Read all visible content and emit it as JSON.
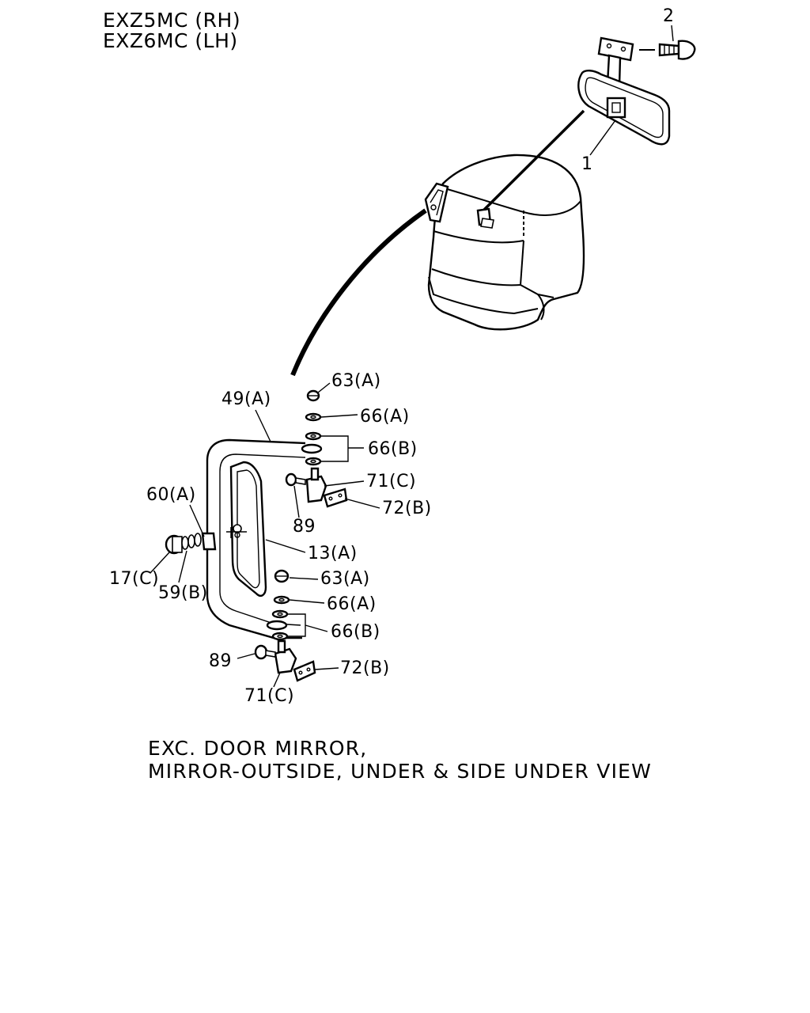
{
  "header": {
    "model_rh": "EXZ5MC (RH)",
    "model_lh": "EXZ6MC (LH)"
  },
  "callouts": {
    "p2": "2",
    "p1": "1",
    "p63a_top": "63(A)",
    "p49a": "49(A)",
    "p66a_top": "66(A)",
    "p66b_top": "66(B)",
    "p71c_top": "71(C)",
    "p60a": "60(A)",
    "p72b_top": "72(B)",
    "p89_top": "89",
    "p13a": "13(A)",
    "p17c": "17(C)",
    "p63a_bot": "63(A)",
    "p59b": "59(B)",
    "p66a_bot": "66(A)",
    "p66b_bot": "66(B)",
    "p89_bot": "89",
    "p72b_bot": "72(B)",
    "p71c_bot": "71(C)"
  },
  "caption": {
    "line1": "EXC. DOOR MIRROR,",
    "line2": "MIRROR-OUTSIDE, UNDER & SIDE UNDER VIEW"
  }
}
